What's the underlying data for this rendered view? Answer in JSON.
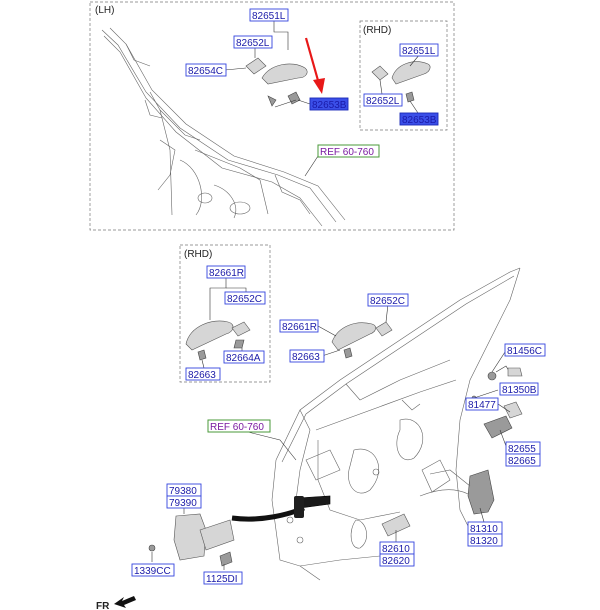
{
  "panels": {
    "upper_lh_title": "(LH)",
    "upper_rhd_title": "(RHD)",
    "lower_rhd_title": "(RHD)"
  },
  "labels": {
    "u_82651L": "82651L",
    "u_82652L": "82652L",
    "u_82654C": "82654C",
    "u_82653B": "82653B",
    "u_ref": "REF 60-760",
    "ur_82651L": "82651L",
    "ur_82652L": "82652L",
    "ur_82653B": "82653B",
    "lr_82661R": "82661R",
    "lr_82652C": "82652C",
    "lr_82664A": "82664A",
    "lr_82663": "82663",
    "m_82652C": "82652C",
    "m_82661R": "82661R",
    "m_82663": "82663",
    "m_81456C": "81456C",
    "m_81350B": "81350B",
    "m_81477": "81477",
    "m_82655": "82655",
    "m_82665": "82665",
    "m_ref": "REF 60-760",
    "b_79380": "79380",
    "b_79390": "79390",
    "b_1339CC": "1339CC",
    "b_1125DI": "1125DI",
    "b_82610": "82610",
    "b_82620": "82620",
    "b_81310": "81310",
    "b_81320": "81320"
  },
  "direction_label": "FR",
  "colors": {
    "label_text": "#1a1aa8",
    "label_border": "#3344dd",
    "highlight_fill": "#3b4fe8",
    "ref_border": "#4a9a3a",
    "ref_text": "#7a1aa0",
    "arrow": "#e81818"
  }
}
